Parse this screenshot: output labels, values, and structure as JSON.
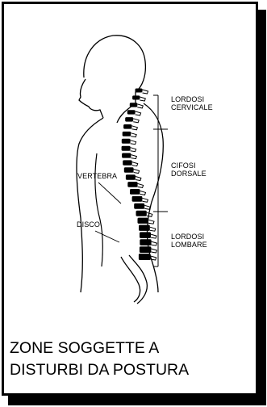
{
  "labels": {
    "lordosi_cervicale": [
      "LORDOSI",
      "CERVICALE"
    ],
    "cifosi_dorsale": [
      "CIFOSI",
      "DORSALE"
    ],
    "lordosi_lombare": [
      "LORDOSI",
      "LOMBARE"
    ],
    "vertebra": "VERTEBRA",
    "disco": "DISCO"
  },
  "caption": {
    "line1": "ZONE SOGGETTE A",
    "line2": "DISTURBI DA POSTURA"
  },
  "colors": {
    "ink": "#000000",
    "paper": "#ffffff"
  }
}
